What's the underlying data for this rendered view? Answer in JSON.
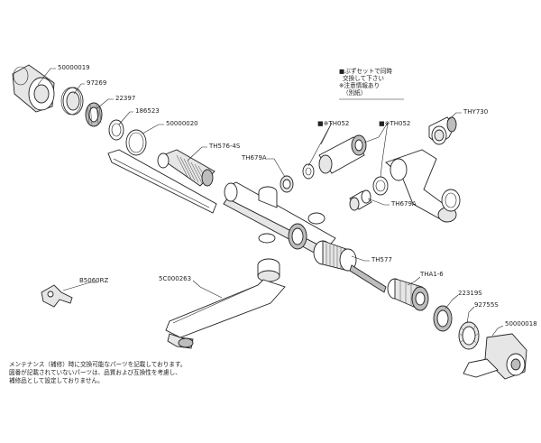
{
  "parts": [
    {
      "id": "50000019",
      "label": "50000019"
    },
    {
      "id": "97269",
      "label": "97269"
    },
    {
      "id": "22397",
      "label": "22397"
    },
    {
      "id": "186523",
      "label": "186523"
    },
    {
      "id": "50000020",
      "label": "50000020"
    },
    {
      "id": "TH576-4S",
      "label": "TH576-4S"
    },
    {
      "id": "TH679A-1",
      "label": "TH679A"
    },
    {
      "id": "TH052-1",
      "label": "■※TH052"
    },
    {
      "id": "TH052-2",
      "label": "■※TH052"
    },
    {
      "id": "THY730",
      "label": "THY730"
    },
    {
      "id": "TH679A-2",
      "label": "TH679A"
    },
    {
      "id": "B5060RZ",
      "label": "B5060RZ"
    },
    {
      "id": "5C000263",
      "label": "5C000263"
    },
    {
      "id": "TH577",
      "label": "TH577"
    },
    {
      "id": "THA1-6",
      "label": "THA1-6"
    },
    {
      "id": "22319S",
      "label": "22319S"
    },
    {
      "id": "92755S",
      "label": "92755S"
    },
    {
      "id": "50000018",
      "label": "50000018"
    }
  ],
  "set_note": {
    "line1": "■ぶずセットで同時",
    "line2": "交換して下さい",
    "line3": "※注意情報あり",
    "line4": "（別紙）"
  },
  "footer_note": {
    "line1": "メンテナンス（補修）時に交換可能なパーツを記載しております。",
    "line2": "図番が記載されていないパーツは、品質および互換性を考慮し、",
    "line3": "補修品として設定しておりません。"
  }
}
